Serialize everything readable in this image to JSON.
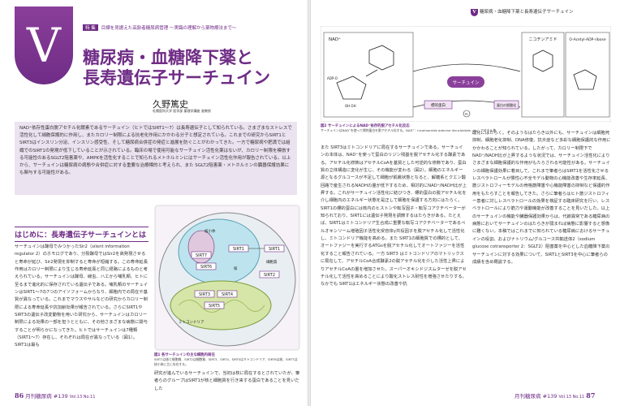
{
  "chapter": {
    "letter": "V"
  },
  "series": {
    "tag": "特 集",
    "text": "目標を見据えた高齢者糖尿病管理 〜実臨の理解から薬物療法まで〜"
  },
  "title": {
    "line1": "糖尿病・血糖降下薬と",
    "line2": "長寿遺伝子サーチュイン"
  },
  "author": {
    "name": "久野篤史",
    "affiliation": "札幌医科大学 医学部 薬理学講座 准教授"
  },
  "abstract": "NAD⁺依存性蛋白脱アセチル化酵素であるサーチュイン（ヒトではSIRT1〜7）は長寿遺伝子として知られている。さまざまなストレスで活性化して細胞保護的に作用し、またカロリー制限による抗老化作用にかかわる分子と想定されている。これまでの研究からSIRT1とSIRT3はインスリン分泌、インスリン感受性、そして糖尿病合併症の発症と進展を防ぐことがわかってきた。一方で糖尿病や肥満では組織でのSIRT1の発現が低下していることが示されている。臨床の場で使用可能なサーチュイン活性化薬はないが、カロリー制限を模倣する可能性のあるSGLT2阻害薬や、AMPKを活性化することで知られるメトホルミンにはサーチュイン活性化作用が報告されている。以上から、サーチュインは糖尿病の病態や合併症に対する重要な治療標的と考えられ、また SGLT2阻害薬・メトホルミンの臓器保護効果にも関与する可能性がある。",
  "section1": {
    "heading": "はじめに：長寿遺伝子サーチュインとは"
  },
  "col1": "サーチュインは酵母でみつかったSir2（silent information regulator 2）のホモログであり、分裂酵母ではSir2を高発現させると寿命が延び、Sir2発現を抑制すると寿命が短縮する。この寿命延長作用はカロリー制限により生じる寿命延長と同じ経路によるものと考えられている。サーチュインは酵母、線虫、ハエから哺乳類、ヒトに至るまで進化的に保存されている遺伝子である。哺乳類のサーチュインはSIRT1〜7の7つのアイソフォームからなり、細胞内での局在や基質が異なっている。これまでマウスやサルなどの研究からカロリー制限による寿命延長や抗加齢効果が報告されている。さらにSIRT1やSIRT3の遺伝子改変動物を用いた研究から、サーチュインはカロリー制限による効果の一部を担うとともに、その他さまざまな病態に関与することが明らかになってきた。ヒトではサーチュインは7種類（SIRT1〜7）存在し、それぞれは局在が異なっている（図1）。SIRT1は最も",
  "fig1": {
    "labels": {
      "nucleolus": "核小体",
      "nucleus": "核",
      "cytoplasm": "細胞質",
      "mitochondria": "ミトコンドリア",
      "sirt7": "SIRT7",
      "sirt6": "SIRT6",
      "sirt1_nuc": "SIRT1",
      "sirt1_cyto": "SIRT1",
      "sirt2": "SIRT2",
      "sirt3": "SIRT3",
      "sirt4": "SIRT4",
      "sirt5": "SIRT5"
    },
    "caption_title": "図1 各サーチュインの主な細胞内局在",
    "caption_text": "SIRT1は核と細胞質、SIRT2は細胞質、SIRT3、SIRT4、SIRT5はミトコンドリア、SIRT6は核、SIRT7は核小体に主に存在する。"
  },
  "col2": "研究が進んでいるサーチュインで、当初は核に局在するとされていたが、筆者らのグループはSIRT1が核と細胞質を行き来する蛋白であることを見いだした",
  "footer_left": {
    "page": "86",
    "journal": "月刊糖尿病 #139",
    "vol": "Vol.13 No.11"
  },
  "runhead": {
    "letter": "V",
    "text": "糖尿病・血糖降下薬と長寿遺伝子サーチュイン"
  },
  "fig2": {
    "nad": "NAD⁺",
    "nicotinamide": "ニコチンアミド",
    "oaadpr": "O-Acetyl-ADP-ribose",
    "enzyme": "サーチュイン",
    "substrate": "標的蛋白",
    "product": "蛋白の脱酸化",
    "ac": "Ac",
    "caption_title": "図2 サーチュインによるNAD⁺依存的脱アセチル化反応",
    "caption_text": "サーチュインはNAD⁺を使って標的蛋白を脱アセチル化する。NAD⁺：nicotinamide adenine dinucleotide、Ac：アセチル基"
  },
  "col3": "また SIRT3はミトコンドリアに局在するサーチュインである。サーチュインの本体は、NAD⁺を使って蛋白のリジン残基を脱アセチル化する酵素である。アセチル化修飾はアセチルCoAを基質とした可逆的な修飾であり、蛋白質の立体構造に変化が生じ、その機能が変わる（図2）。細胞のエネルギー源となるグルコースが不足して細胞が飢餓状態となると、解糖系とクエン酸回路で産生されるNADHの量が低下するため、相対的にNAD⁺/NADH比が上昇する。これがサーチュイン活性化に結びつき、標的蛋白の脱アセチル化を介し細胞内のエネルギー状態を是正して細胞を保護する方向にはたらく。SIRT1の標的蛋白には核内のヒストンや転写因子・転写コアクチベーターが知られており、SIRT1には遺伝子発現を調節するはたらきがある。たとえば、SIRT1はミトコンドリア生合成に重要な転写コアクチベーターであるペルオキシソーム増殖因子活性化受容体γ共役因子を脱アセチル化して活性化し、ミトコンドリア機能を高める。また SIRT1の細胞質での標的として、オートファジーを実行するATGsを脱アセチル化してオートファジーを活性化すること報告されている。一方 SIRT3 はミトコンドリアのマトリックスに局在して、アセチルCoA合成酵素2の脱アセチル化を介した活性上昇によりアセチルCoAの量を増加させた。スーパーオキシドジスムターゼを脱アセチル化して活性を高めることにより酸化ストレス耐性を増強させたりする。なかでも SIRT1はエネルギー状態の改善や抗",
  "col4": "酸化にはたらく。そのようなはたらき以外にも、サーチュインは細胞死抑制、細胞老化抑制、DNA修復、抗炎症など多彩な細胞保護的な作用にかかわることが知られている。したがって、カロリー制限下でNAD⁺/NADH比が上昇するような状況では、サーチュイン活性化によりさまざまな細胞保護的な作用がもたらされる可能性がある。サーチュインの細胞保護効果に着目して、これまで筆者らはSIRT1を活性化させるレスベラトロールが慢性心不全モデル動物の心機能改善や生存率延長、筋ジストロフィーモデルの骨格筋障害や心機能障害の抑制など保護的作用をもたらすことを報告してきた。さらに筆者らはヒト筋ジストロフィー患者に対しレスベラトロールの効果を検証する臨床研究を行い、レスベラトロールにより筋力や運動機能が改善することを見いだした。以上のサーチュインの機能や臓器保護効果からは、代謝異常である糖尿病の病態においてサーチュインのはたらきが弱まれば病態に影響すると想像に難くない。本稿ではこれまでに知られている糖尿病におけるサーチュインの役割、およびナトリウム/グルコース共輸送体2（sodium glucose cotransporter 2：SGLT2）阻害薬を中心とした血糖降下薬のサーチュインに対する効果について、SIRT1とSIRT3を中心に筆者らの成績を含め概説する。",
  "footer_right": {
    "journal": "月刊糖尿病 #139",
    "vol": "Vol.13 No.11",
    "page": "87"
  }
}
